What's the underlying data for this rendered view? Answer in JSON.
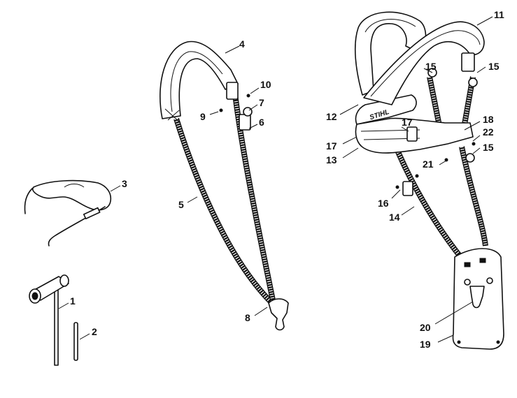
{
  "brand_text": "STIHL",
  "callouts": [
    {
      "id": "c1",
      "text": "1"
    },
    {
      "id": "c2",
      "text": "2"
    },
    {
      "id": "c3",
      "text": "3"
    },
    {
      "id": "c4",
      "text": "4"
    },
    {
      "id": "c5",
      "text": "5"
    },
    {
      "id": "c6",
      "text": "6"
    },
    {
      "id": "c7",
      "text": "7"
    },
    {
      "id": "c8",
      "text": "8"
    },
    {
      "id": "c9",
      "text": "9"
    },
    {
      "id": "c10",
      "text": "10"
    },
    {
      "id": "c11",
      "text": "11"
    },
    {
      "id": "c12",
      "text": "12"
    },
    {
      "id": "c13",
      "text": "13"
    },
    {
      "id": "c14",
      "text": "14"
    },
    {
      "id": "c15a",
      "text": "15"
    },
    {
      "id": "c15b",
      "text": "15"
    },
    {
      "id": "c15c",
      "text": "15"
    },
    {
      "id": "c16",
      "text": "16"
    },
    {
      "id": "c17a",
      "text": "17"
    },
    {
      "id": "c17b",
      "text": "17"
    },
    {
      "id": "c18",
      "text": "18"
    },
    {
      "id": "c19",
      "text": "19"
    },
    {
      "id": "c20",
      "text": "20"
    },
    {
      "id": "c21",
      "text": "21"
    },
    {
      "id": "c22",
      "text": "22"
    }
  ]
}
